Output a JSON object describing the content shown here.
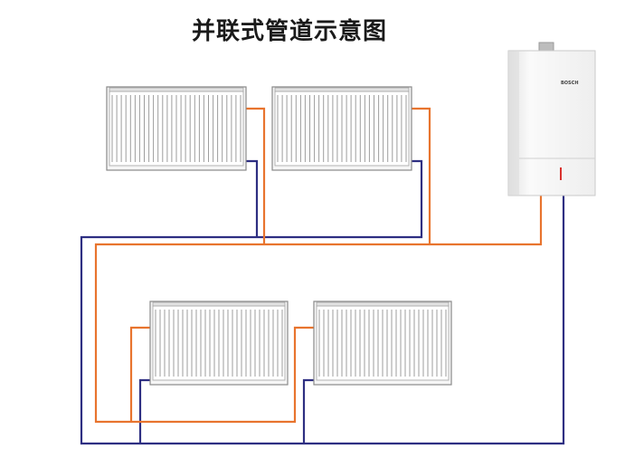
{
  "title": "并联式管道示意图",
  "boiler": {
    "brand_mark": "BOSCH"
  },
  "colors": {
    "supply_pipe": "#e8742e",
    "return_pipe": "#2e2f82",
    "radiator_frame": "#8a8a8a",
    "radiator_fill": "#f6f6f6",
    "boiler_body": "#f4f4f4"
  },
  "radiators": [
    {
      "name": "radiator-top-left"
    },
    {
      "name": "radiator-top-right"
    },
    {
      "name": "radiator-bottom-left"
    },
    {
      "name": "radiator-bottom-right"
    }
  ]
}
